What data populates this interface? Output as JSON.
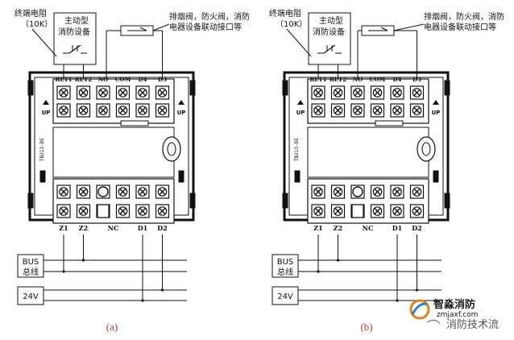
{
  "diagrams": [
    {
      "id": "a",
      "caption": "(a)",
      "resistor_label_line1": "终端电阻",
      "resistor_label_line2": "（10K）",
      "active_device_line1": "主动型",
      "active_device_line2": "消防设备",
      "linkage_line1": "排烟阀，防火阀，消防",
      "linkage_line2": "电器设备联动接口等",
      "model": "TB213-DE",
      "up": "UP",
      "top_terminals": [
        "RET1",
        "RET2",
        "NO",
        "COM",
        "D4",
        "D3"
      ],
      "bottom_terminals": [
        "Z1",
        "Z2",
        "NC",
        "D1",
        "D2"
      ],
      "bus_line1": "BUS",
      "bus_line2": "总线",
      "power": "24V"
    },
    {
      "id": "b",
      "caption": "(b)",
      "resistor_label_line1": "终端电阻",
      "resistor_label_line2": "（10K）",
      "active_device_line1": "主动型",
      "active_device_line2": "消防设备",
      "linkage_line1": "排烟阀，防火阀，消防",
      "linkage_line2": "电器设备联动接口等",
      "model": "TB213-DE",
      "up": "UP",
      "top_terminals": [
        "RET1",
        "RET2",
        "NO",
        "COM",
        "D4",
        "D3"
      ],
      "bottom_terminals": [
        "Z1",
        "Z2",
        "NC",
        "D1",
        "D2"
      ],
      "bus_line1": "BUS",
      "bus_line2": "总线",
      "power": "24V"
    }
  ],
  "watermark": {
    "brand": "智淼消防",
    "site": "zmjaxf.com",
    "tagline": "消防技术流"
  },
  "colors": {
    "line": "#111111",
    "caption": "#c0392b",
    "logo_orange": "#e67e22",
    "logo_blue": "#2e86c1"
  }
}
